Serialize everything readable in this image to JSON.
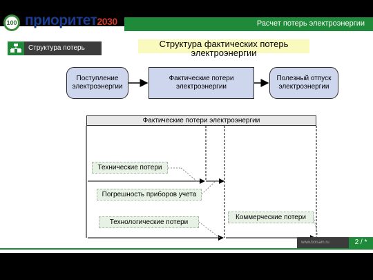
{
  "brand": {
    "badge": "100",
    "name": "приоритет",
    "year": "2030"
  },
  "header": {
    "title": "Расчет потерь электроэнергии"
  },
  "section": {
    "label": "Структура потерь"
  },
  "diagram": {
    "title": "Структура фактических потерь электроэнергии",
    "input_box": "Поступление электроэнергии",
    "actual_losses_box": "Фактические потери электроэнергии",
    "useful_output_box": "Полезный отпуск электроэнергии",
    "losses_header": "Фактические потери электроэнергии",
    "categories": [
      "Технические потери",
      "Погрешность приборов учета",
      "Технологические потери",
      "Коммерческие потери"
    ]
  },
  "footer": {
    "url": "www.bolsam.ru",
    "page": "2 / *"
  },
  "colors": {
    "brand_green": "#1e8a3a",
    "box_fill": "#cdd6ec",
    "label_fill": "#e8f2e4",
    "title_fill": "#fafabf"
  }
}
